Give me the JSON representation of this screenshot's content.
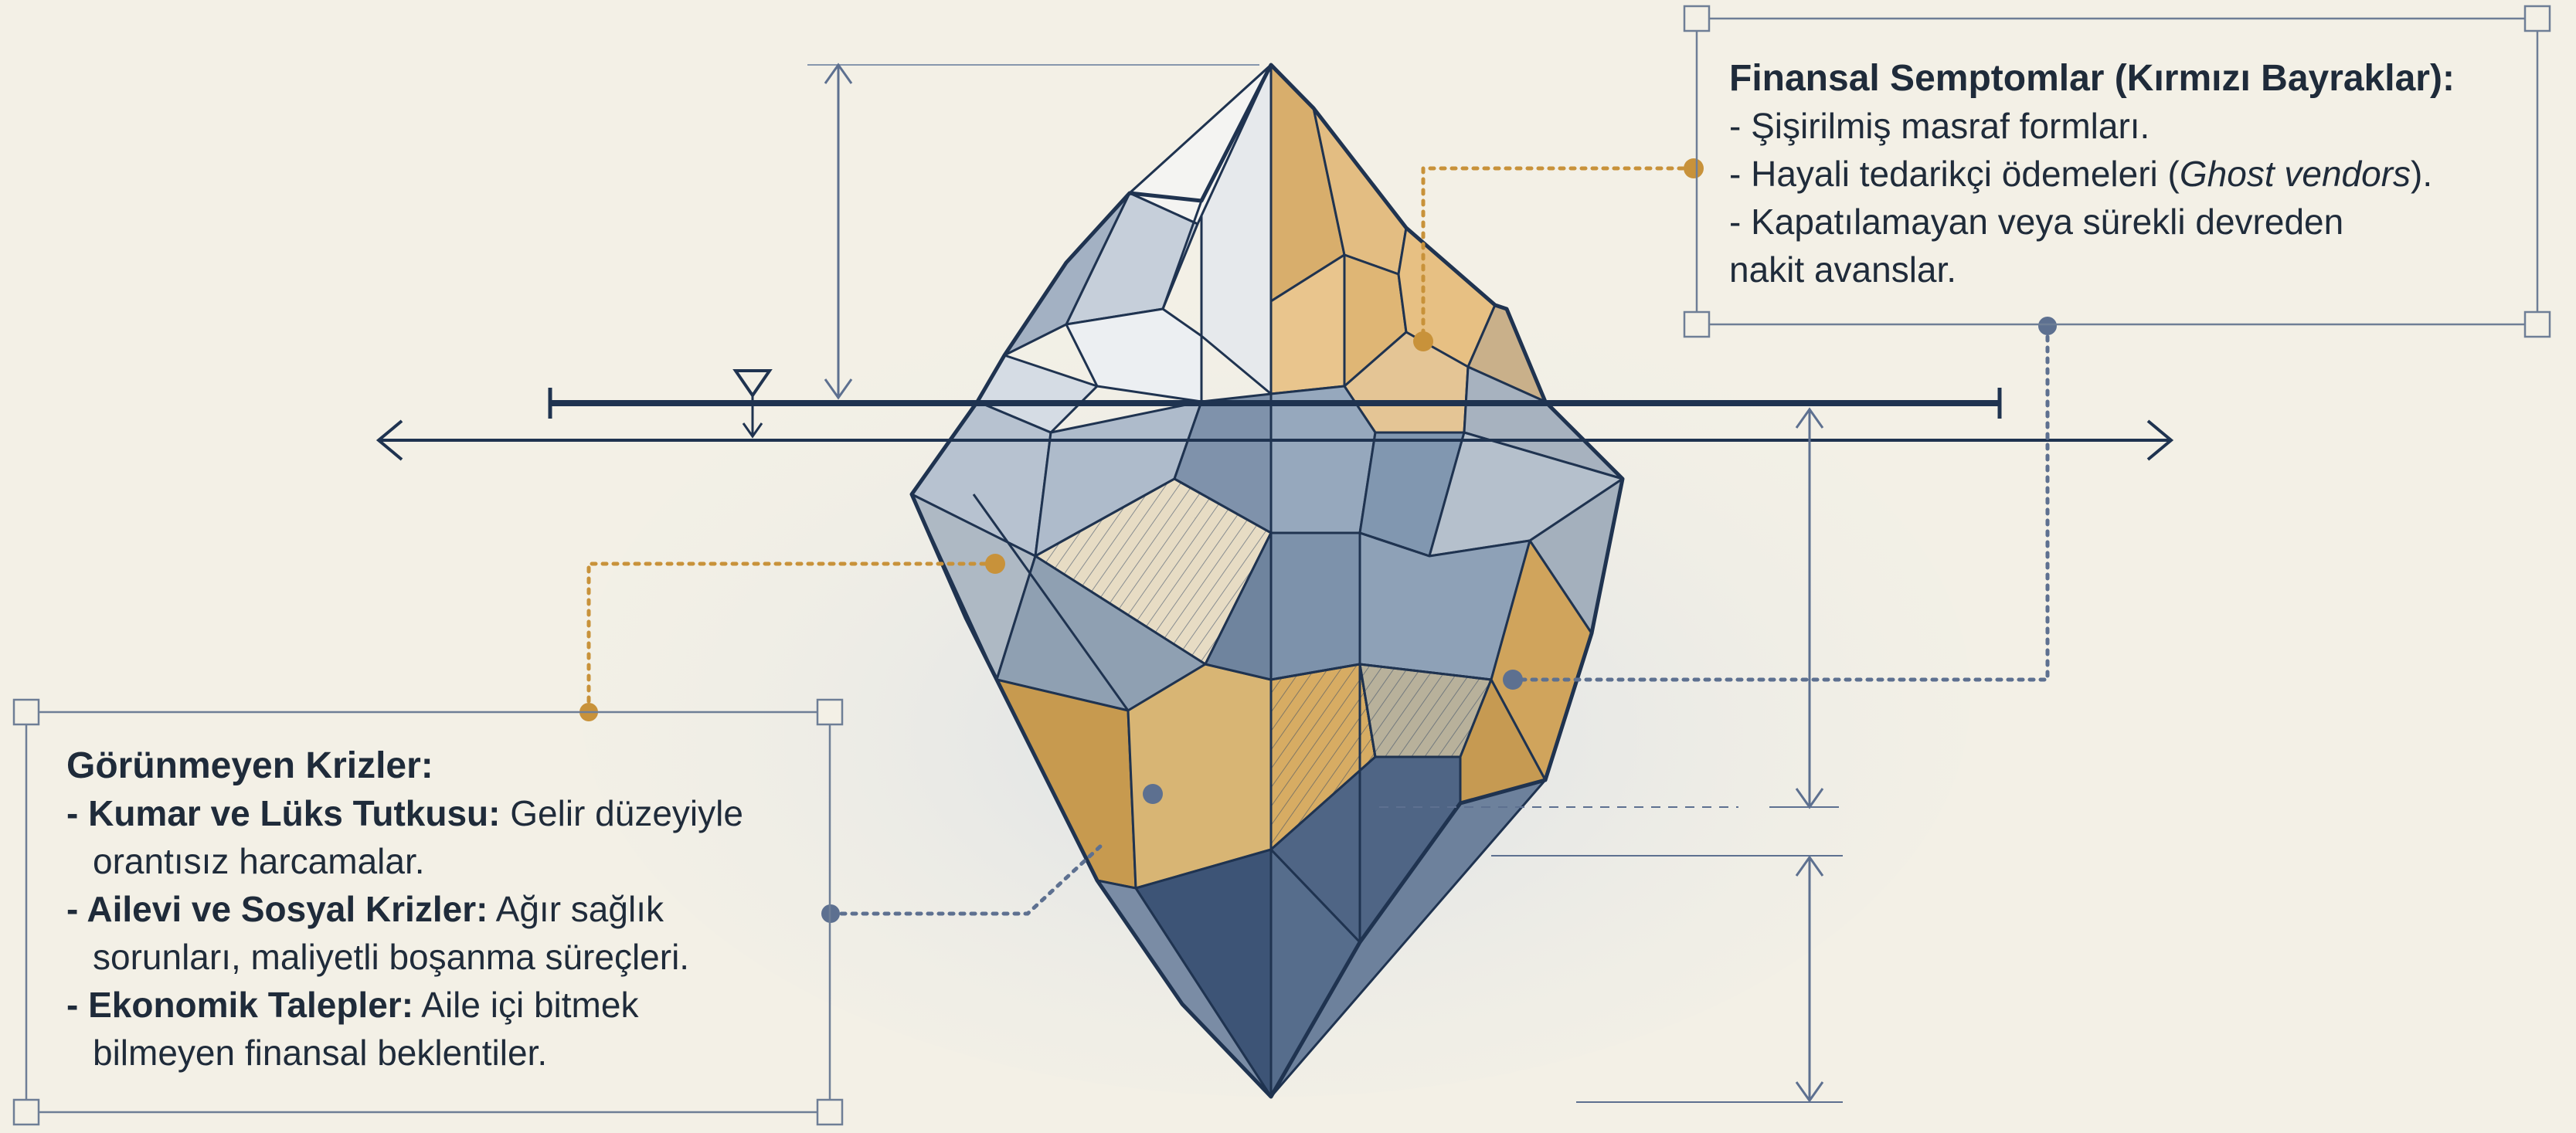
{
  "callouts": {
    "top": {
      "title": "Finansal Semptomlar (Kırmızı Bayraklar):",
      "items": [
        {
          "text": "- Şişirilmiş masraf formları."
        },
        {
          "text_before": "- Hayali tedarikçi ödemeleri (",
          "italic": "Ghost vendors",
          "text_after": ")."
        },
        {
          "text": "- Kapatılamayan veya sürekli devreden",
          "continuation": "nakit avanslar."
        }
      ]
    },
    "bottom": {
      "title": "Görünmeyen Krizler:",
      "items": [
        {
          "label": "- Kumar ve Lüks Tutkusu:",
          "text": " Gelir düzeyiyle",
          "continuation": "orantısız harcamalar."
        },
        {
          "label": "- Ailevi ve Sosyal Krizler:",
          "text": " Ağır sağlık",
          "continuation": "sorunları, maliyetli boşanma süreçleri."
        },
        {
          "label": "- Ekonomik Talepler:",
          "text": " Aile içi bitmek",
          "continuation": "bilmeyen finansal beklentiler."
        }
      ]
    }
  },
  "colors": {
    "background": "#f3f0e6",
    "line_navy": "#1f3350",
    "accent_orange": "#c8923a",
    "ice_blue": "#8ea2bb",
    "ice_light": "#dfe5ec",
    "ice_gold": "#d9b277"
  }
}
